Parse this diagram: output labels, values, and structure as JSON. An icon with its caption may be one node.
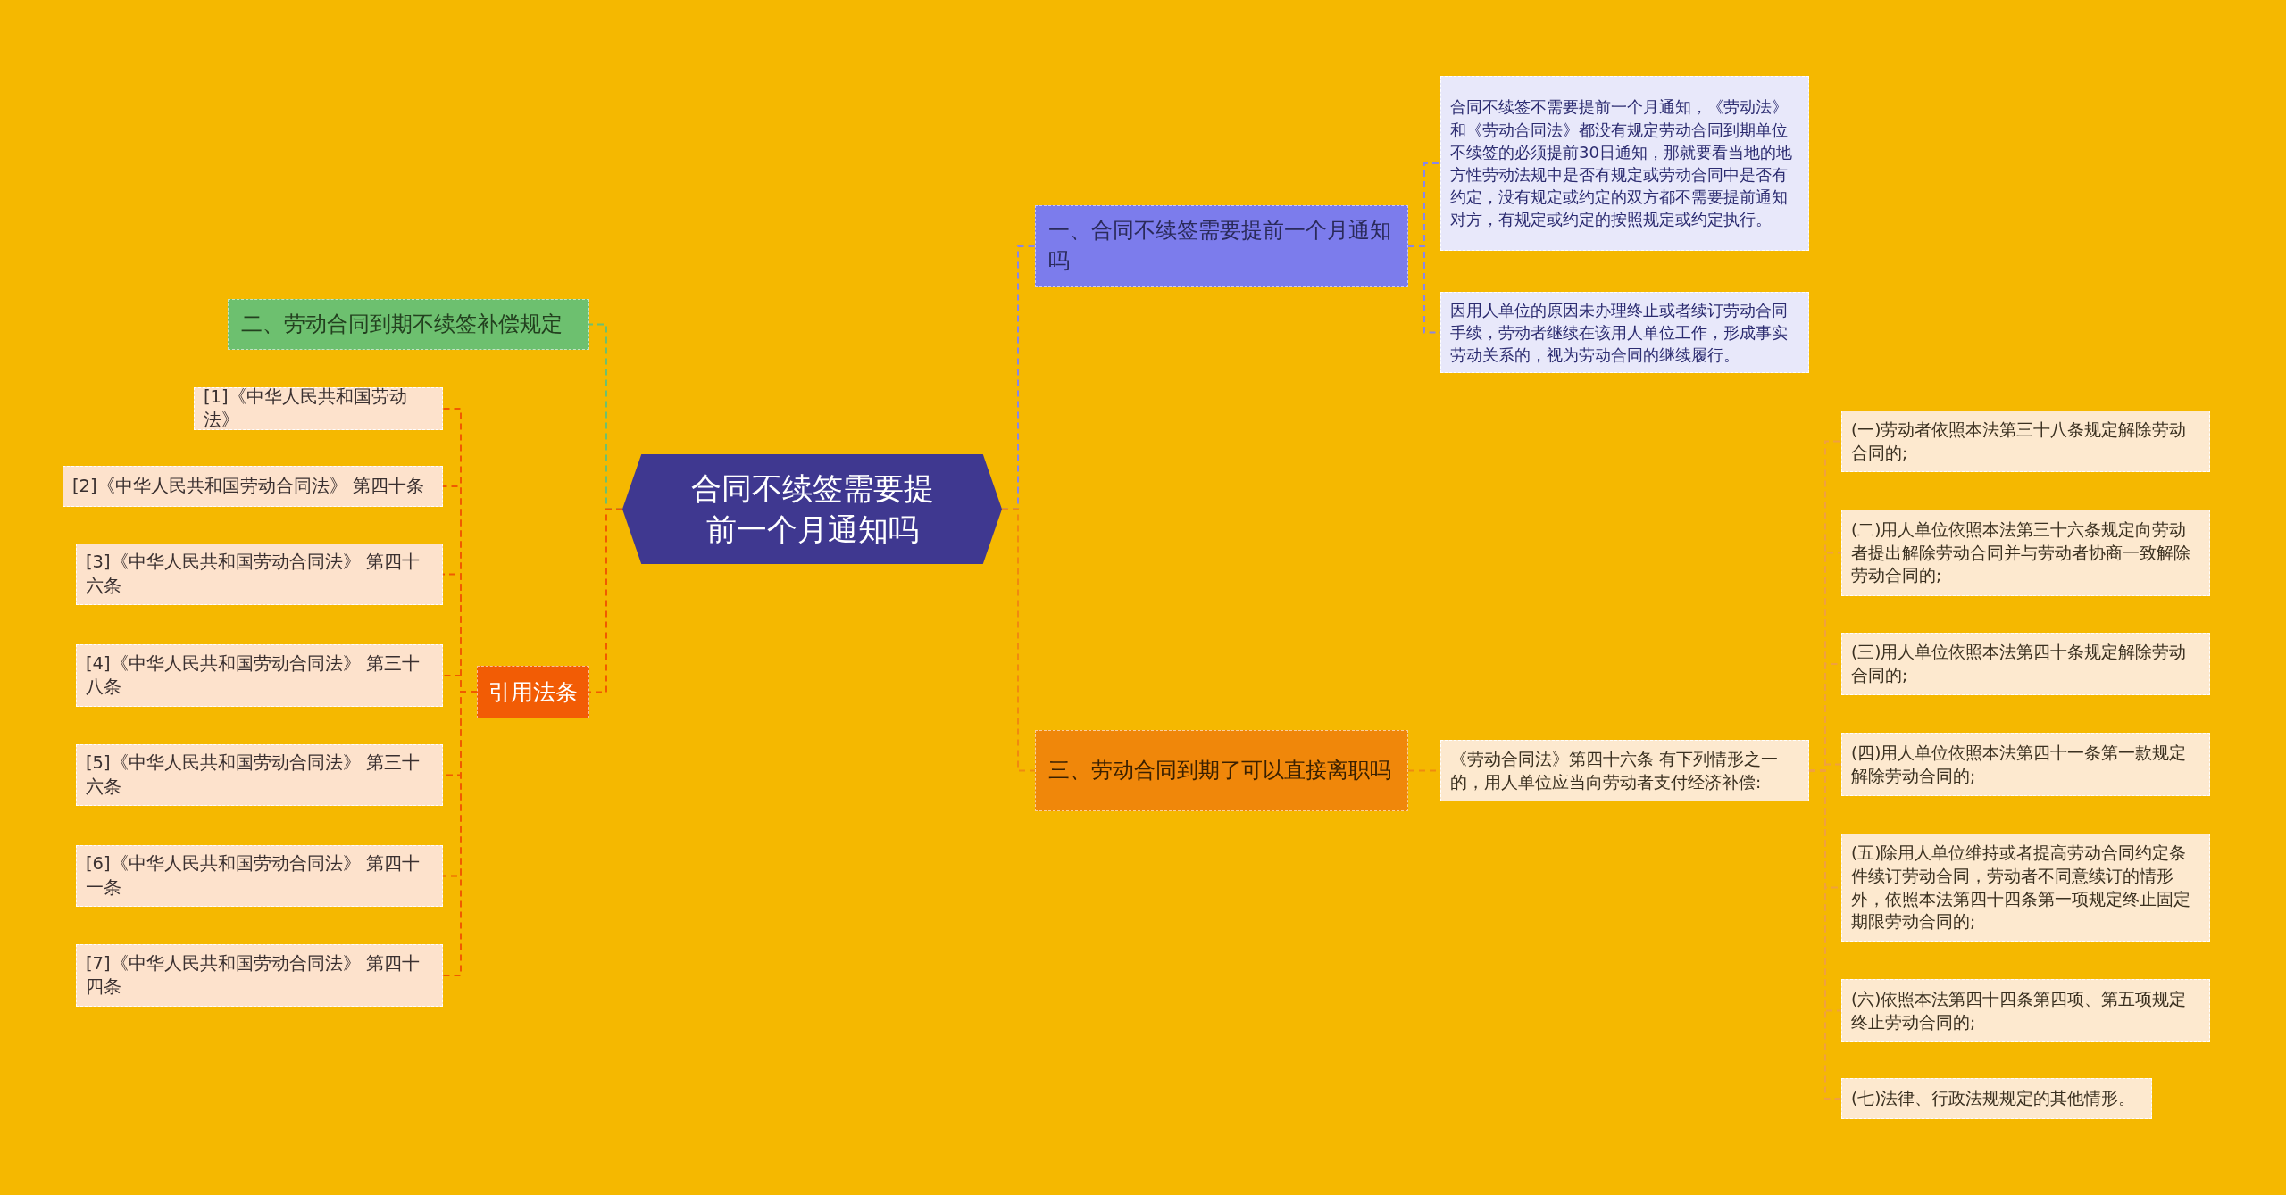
{
  "diagram": {
    "nodes": [
      {
        "text": [
          "合同不续签需要提前一个月通知吗"
        ]
      },
      {
        "text": [
          "一、合同不续签需要提前一个月通知吗"
        ]
      },
      {
        "text": [
          "合同不续签不需要提前一个月通知，《劳动法》和《劳动合同法》都没有规定劳动合同到期单位不续签的必须提前30日通知，那就要看当地的地方性劳动法规中是否有规定或劳动合同中是否有约定，没有规定或约定的双方都不需要提前通知对方，有规定或约定的按照规定或约定执行。"
        ]
      },
      {
        "text": [
          "因用人单位的原因未办理终止或者续订劳动合同手续，劳动者继续在该用人单位工作，形成事实劳动关系的，视为劳动合同的继续履行。"
        ]
      },
      {
        "text": [
          "三、劳动合同到期了可以直接离职吗"
        ]
      },
      {
        "text": [
          "《劳动合同法》第四十六条 有下列情形之一的，用人单位应当向劳动者支付经济补偿:"
        ]
      },
      {
        "text": [
          "(一)劳动者依照本法第三十八条规定解除劳动合同的;"
        ]
      },
      {
        "text": [
          "(二)用人单位依照本法第三十六条规定向劳动者提出解除劳动合同并与劳动者协商一致解除劳动合同的;"
        ]
      },
      {
        "text": [
          "(三)用人单位依照本法第四十条规定解除劳动合同的;"
        ]
      },
      {
        "text": [
          "(四)用人单位依照本法第四十一条第一款规定解除劳动合同的;"
        ]
      },
      {
        "text": [
          "(五)除用人单位维持或者提高劳动合同约定条件续订劳动合同，劳动者不同意续订的情形外，依照本法第四十四条第一项规定终止固定期限劳动合同的;"
        ]
      },
      {
        "text": [
          "(六)依照本法第四十四条第四项、第五项规定终止劳动合同的;"
        ]
      },
      {
        "text": [
          "(七)法律、行政法规规定的其他情形。"
        ]
      },
      {
        "text": [
          "二、劳动合同到期不续签补偿规定"
        ]
      },
      {
        "text": [
          "引用法条"
        ]
      },
      {
        "text": [
          "[1]《中华人民共和国劳动法》"
        ]
      },
      {
        "text": [
          "[2]《中华人民共和国劳动合同法》 第四十条"
        ]
      },
      {
        "text": [
          "[3]《中华人民共和国劳动合同法》 第四十六条"
        ]
      },
      {
        "text": [
          "[4]《中华人民共和国劳动合同法》 第三十八条"
        ]
      },
      {
        "text": [
          "[5]《中华人民共和国劳动合同法》 第三十六条"
        ]
      },
      {
        "text": [
          "[6]《中华人民共和国劳动合同法》 第四十一条"
        ]
      },
      {
        "text": [
          "[7]《中华人民共和国劳动合同法》 第四十四条"
        ]
      }
    ],
    "edges": [
      {
        "from": 0,
        "to": 1,
        "arrow": "none",
        "style": "dashed",
        "color": "#8a86e6"
      },
      {
        "from": 1,
        "to": 2,
        "arrow": "none",
        "style": "dashed",
        "color": "#8a86e6"
      },
      {
        "from": 1,
        "to": 3,
        "arrow": "none",
        "style": "dashed",
        "color": "#8a86e6"
      },
      {
        "from": 0,
        "to": 4,
        "arrow": "none",
        "style": "dashed",
        "color": "#f08a10"
      },
      {
        "from": 4,
        "to": 5,
        "arrow": "none",
        "style": "dashed",
        "color": "#f08a10"
      },
      {
        "from": 5,
        "to": 6,
        "arrow": "none",
        "style": "dashed",
        "color": "#f0a040"
      },
      {
        "from": 5,
        "to": 7,
        "arrow": "none",
        "style": "dashed",
        "color": "#f0a040"
      },
      {
        "from": 5,
        "to": 8,
        "arrow": "none",
        "style": "dashed",
        "color": "#f0a040"
      },
      {
        "from": 5,
        "to": 9,
        "arrow": "none",
        "style": "dashed",
        "color": "#f0a040"
      },
      {
        "from": 5,
        "to": 10,
        "arrow": "none",
        "style": "dashed",
        "color": "#f0a040"
      },
      {
        "from": 5,
        "to": 11,
        "arrow": "none",
        "style": "dashed",
        "color": "#f0a040"
      },
      {
        "from": 5,
        "to": 12,
        "arrow": "none",
        "style": "dashed",
        "color": "#f0a040"
      },
      {
        "from": 0,
        "to": 13,
        "arrow": "none",
        "style": "dashed",
        "color": "#6dc06f"
      },
      {
        "from": 0,
        "to": 14,
        "arrow": "none",
        "style": "dashed",
        "color": "#f05a00"
      },
      {
        "from": 14,
        "to": 15,
        "arrow": "none",
        "style": "dashed",
        "color": "#f05a00"
      },
      {
        "from": 14,
        "to": 16,
        "arrow": "none",
        "style": "dashed",
        "color": "#f05a00"
      },
      {
        "from": 14,
        "to": 17,
        "arrow": "none",
        "style": "dashed",
        "color": "#f05a00"
      },
      {
        "from": 14,
        "to": 18,
        "arrow": "none",
        "style": "dashed",
        "color": "#f05a00"
      },
      {
        "from": 14,
        "to": 19,
        "arrow": "none",
        "style": "dashed",
        "color": "#f05a00"
      },
      {
        "from": 14,
        "to": 20,
        "arrow": "none",
        "style": "dashed",
        "color": "#f05a00"
      },
      {
        "from": 14,
        "to": 21,
        "arrow": "none",
        "style": "dashed",
        "color": "#f05a00"
      }
    ]
  }
}
